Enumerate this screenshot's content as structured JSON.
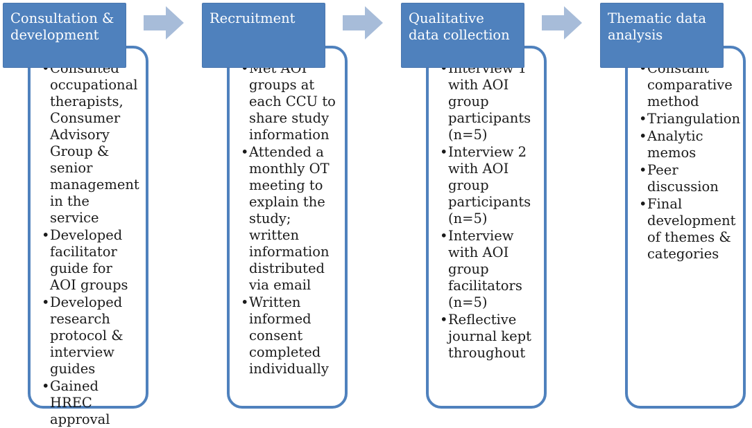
{
  "stages": [
    {
      "title": "Consultation & development",
      "items": [
        "Consulted occupational therapists, Consumer Advisory Group & senior management in the service",
        "Developed facilitator guide for AOI groups",
        "Developed research protocol & interview guides",
        "Gained HREC approval"
      ]
    },
    {
      "title": "Recruitment",
      "items": [
        "Met AOI groups at each CCU to share study information",
        "Attended a monthly OT meeting to explain the study; written information distributed via email",
        "Written informed consent completed individually"
      ]
    },
    {
      "title": "Qualitative data collection",
      "items": [
        "Interview 1 with AOI group participants (n=5)",
        "Interview 2 with AOI group participants (n=5)",
        "Interview with AOI group facilitators (n=5)",
        "Reflective journal kept throughout"
      ]
    },
    {
      "title": "Thematic data analysis",
      "items": [
        "Constant comparative method",
        "Triangulation",
        "Analytic memos",
        "Peer discussion",
        "Final development of themes & categories"
      ]
    }
  ],
  "colors": {
    "header_fill": "#4f81bd",
    "box_border": "#4f81bd",
    "arrow_fill": "#a7bcd9"
  },
  "icons": {
    "connector": "right-arrow-icon"
  }
}
